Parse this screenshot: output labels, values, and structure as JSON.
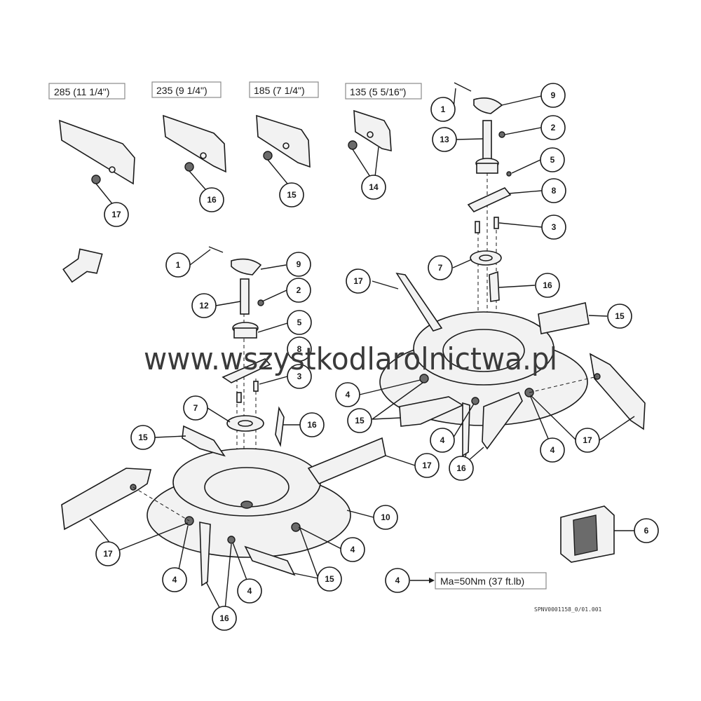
{
  "size_labels": [
    "285 (11 1/4\")",
    "235 (9 1/4\")",
    "185 (7 1/4\")",
    "135 (5 5/16\")"
  ],
  "size_callouts": [
    "17",
    "16",
    "15",
    "14"
  ],
  "left_assembly_callouts": [
    "1",
    "9",
    "2",
    "12",
    "5",
    "8",
    "3",
    "7",
    "16",
    "15",
    "17",
    "10",
    "17",
    "4",
    "4",
    "4",
    "15",
    "16"
  ],
  "right_assembly_callouts": [
    "1",
    "9",
    "13",
    "2",
    "5",
    "8",
    "3",
    "7",
    "17",
    "16",
    "15",
    "4",
    "15",
    "4",
    "16",
    "4",
    "17"
  ],
  "kit_callout": "6",
  "torque": {
    "callout": "4",
    "value": "Ma=50Nm (37 ft.lb)"
  },
  "drawing_code": "SPNV0001158_0/01.001",
  "watermark": "www.wszystkodlarolnictwa.pl",
  "colors": {
    "line": "#1a1a1a",
    "part_fill": "#f2f2f2",
    "background": "#ffffff"
  }
}
